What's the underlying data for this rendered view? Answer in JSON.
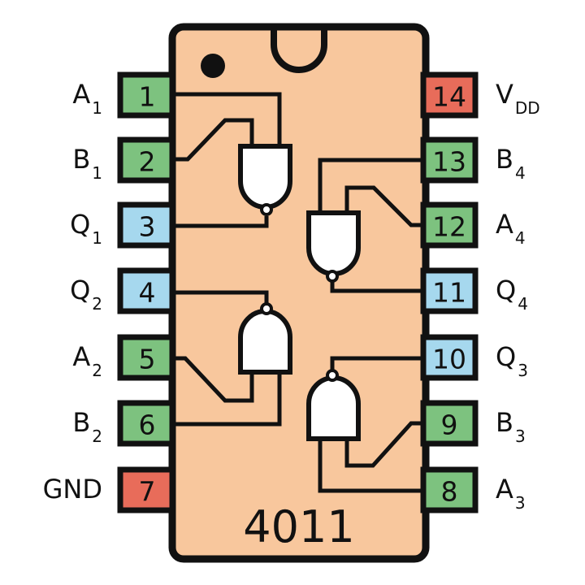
{
  "chip": {
    "part_number": "4011",
    "description": "Quad 2-input NAND gate",
    "body_color": "#F8C79D",
    "outline_color": "#111111"
  },
  "pin_colors": {
    "input": "#7DC27F",
    "output": "#A6D8EE",
    "power": "#E86C5A"
  },
  "pins": [
    {
      "number": "1",
      "label": "A",
      "sub": "1",
      "type": "input",
      "side": "left"
    },
    {
      "number": "2",
      "label": "B",
      "sub": "1",
      "type": "input",
      "side": "left"
    },
    {
      "number": "3",
      "label": "Q",
      "sub": "1",
      "type": "output",
      "side": "left"
    },
    {
      "number": "4",
      "label": "Q",
      "sub": "2",
      "type": "output",
      "side": "left"
    },
    {
      "number": "5",
      "label": "A",
      "sub": "2",
      "type": "input",
      "side": "left"
    },
    {
      "number": "6",
      "label": "B",
      "sub": "2",
      "type": "input",
      "side": "left"
    },
    {
      "number": "7",
      "label": "GND",
      "sub": "",
      "type": "power",
      "side": "left"
    },
    {
      "number": "8",
      "label": "A",
      "sub": "3",
      "type": "input",
      "side": "right"
    },
    {
      "number": "9",
      "label": "B",
      "sub": "3",
      "type": "input",
      "side": "right"
    },
    {
      "number": "10",
      "label": "Q",
      "sub": "3",
      "type": "output",
      "side": "right"
    },
    {
      "number": "11",
      "label": "Q",
      "sub": "4",
      "type": "output",
      "side": "right"
    },
    {
      "number": "12",
      "label": "A",
      "sub": "4",
      "type": "input",
      "side": "right"
    },
    {
      "number": "13",
      "label": "B",
      "sub": "4",
      "type": "input",
      "side": "right"
    },
    {
      "number": "14",
      "label": "V",
      "sub": "DD",
      "type": "power",
      "side": "right"
    }
  ],
  "gates": [
    {
      "name": "gate-1",
      "type": "NAND",
      "inputs": [
        "1",
        "2"
      ],
      "output": "3"
    },
    {
      "name": "gate-2",
      "type": "NAND",
      "inputs": [
        "5",
        "6"
      ],
      "output": "4"
    },
    {
      "name": "gate-3",
      "type": "NAND",
      "inputs": [
        "8",
        "9"
      ],
      "output": "10"
    },
    {
      "name": "gate-4",
      "type": "NAND",
      "inputs": [
        "12",
        "13"
      ],
      "output": "11"
    }
  ]
}
